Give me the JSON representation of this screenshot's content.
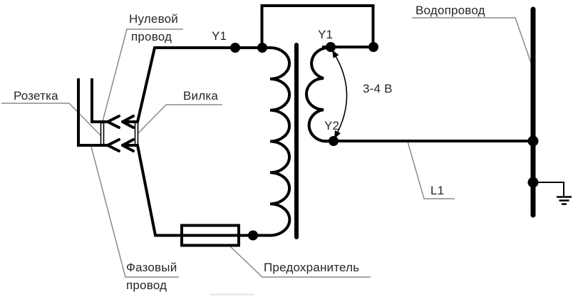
{
  "diagram": {
    "title_hint": "transformer-mains-waterpipe-schematic",
    "labels": {
      "neutral_line1": "Нулевой",
      "neutral_line2": "провод",
      "socket": "Розетка",
      "plug": "Вилка",
      "phase_line1": "Фазовый",
      "phase_line2": "провод",
      "fuse": "Предохранитель",
      "water_pipe": "Водопровод",
      "y1_primary": "Y1",
      "y1_secondary": "Y1",
      "y2_secondary": "Y2",
      "voltage": "3-4 В",
      "l1": "L1"
    },
    "colors": {
      "line": "#000000",
      "leader": "#8a8a8a",
      "text": "#262626",
      "background": "#ffffff"
    }
  }
}
